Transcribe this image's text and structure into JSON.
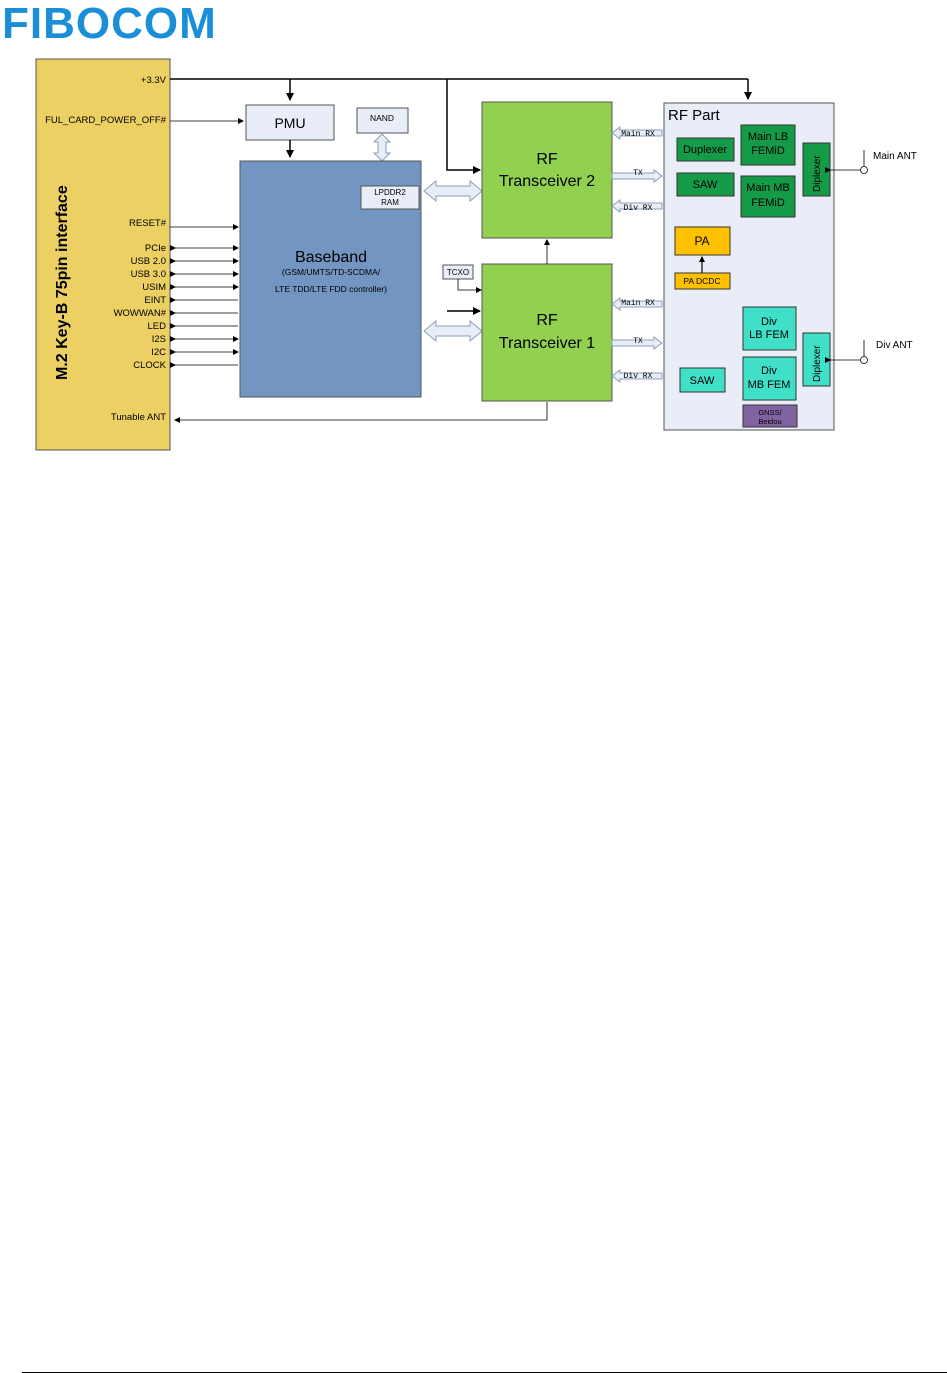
{
  "header": {
    "logo_text": "FIBOCOM"
  },
  "diagram": {
    "interface_title": "M.2 Key-B 75pin interface",
    "pins": {
      "p33v": "+3.3V",
      "full_card_power_off": "FUL_CARD_POWER_OFF#",
      "reset": "RESET#",
      "pcie": "PCIe",
      "usb20": "USB 2.0",
      "usb30": "USB 3.0",
      "usim": "USIM",
      "eint": "EINT",
      "wowwan": "WOWWAN#",
      "led": "LED",
      "i2s": "I2S",
      "i2c": "I2C",
      "clock": "CLOCK",
      "tunable_ant": "Tunable ANT"
    },
    "pmu": "PMU",
    "nand": "NAND",
    "lpddr2_line1": "LPDDR2",
    "lpddr2_line2": "RAM",
    "baseband_title": "Baseband",
    "baseband_line1": "(GSM/UMTS/TD-SCDMA/",
    "baseband_line2": "LTE TDD/LTE FDD controller)",
    "tcxo": "TCXO",
    "rf2_line1": "RF",
    "rf2_line2": "Transceiver 2",
    "rf1_line1": "RF",
    "rf1_line2": "Transceiver 1",
    "main_rx_top": "Main RX",
    "tx_top": "TX",
    "div_rx_top": "Div RX",
    "main_rx_bottom": "Main RX",
    "tx_bottom": "TX",
    "div_rx_bottom": "Div RX",
    "rf_part": "RF Part",
    "duplexer": "Duplexer",
    "saw_top": "SAW",
    "main_lb_line1": "Main LB",
    "main_lb_line2": "FEMiD",
    "main_mb_line1": "Main MB",
    "main_mb_line2": "FEMiD",
    "diplexer_top": "Diplexer",
    "pa": "PA",
    "pa_dcdc": "PA DCDC",
    "div_lb_line1": "Div",
    "div_lb_line2": "LB FEM",
    "div_mb_line1": "Div",
    "div_mb_line2": "MB FEM",
    "saw_bottom": "SAW",
    "gnss_line1": "GNSS/",
    "gnss_line2": "Beidou",
    "diplexer_bottom": "Diplexer",
    "main_ant": "Main ANT",
    "div_ant": "Div ANT"
  }
}
